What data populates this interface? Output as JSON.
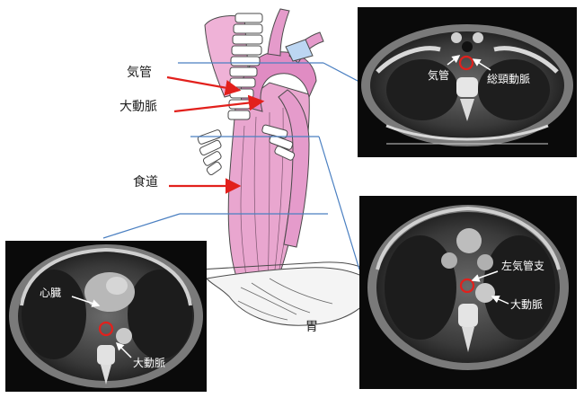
{
  "illustration": {
    "labels": {
      "trachea": "気管",
      "aorta": "大動脈",
      "esophagus": "食道",
      "stomach": "胃"
    },
    "arrow_color": "#e2201c",
    "esophagus_color": "#e9a6cf",
    "connector_color": "#4a7fc1"
  },
  "ct_panels": [
    {
      "level": "upper",
      "labels": {
        "trachea": "気管",
        "common_carotid": "総頸動脈"
      }
    },
    {
      "level": "middle",
      "labels": {
        "left_bronchus": "左気管支",
        "aorta": "大動脈"
      }
    },
    {
      "level": "lower",
      "labels": {
        "heart": "心臓",
        "aorta": "大動脈"
      }
    }
  ],
  "highlight_color": "#e2201c"
}
